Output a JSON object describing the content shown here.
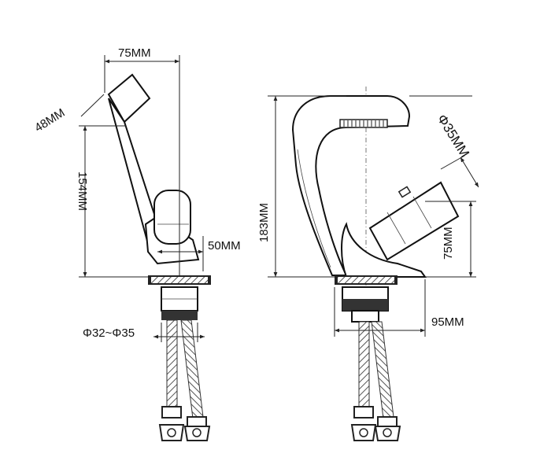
{
  "left_view": {
    "width_label": "75MM",
    "spout_label": "48MM",
    "height_label": "154MM",
    "base_label": "50MM",
    "hole_label": "Φ32~Φ35"
  },
  "right_view": {
    "height_label": "183MM",
    "diameter_label": "Φ35MM",
    "handle_height_label": "75MM",
    "reach_label": "95MM"
  },
  "colors": {
    "line": "#111111",
    "hose": "#777777"
  }
}
